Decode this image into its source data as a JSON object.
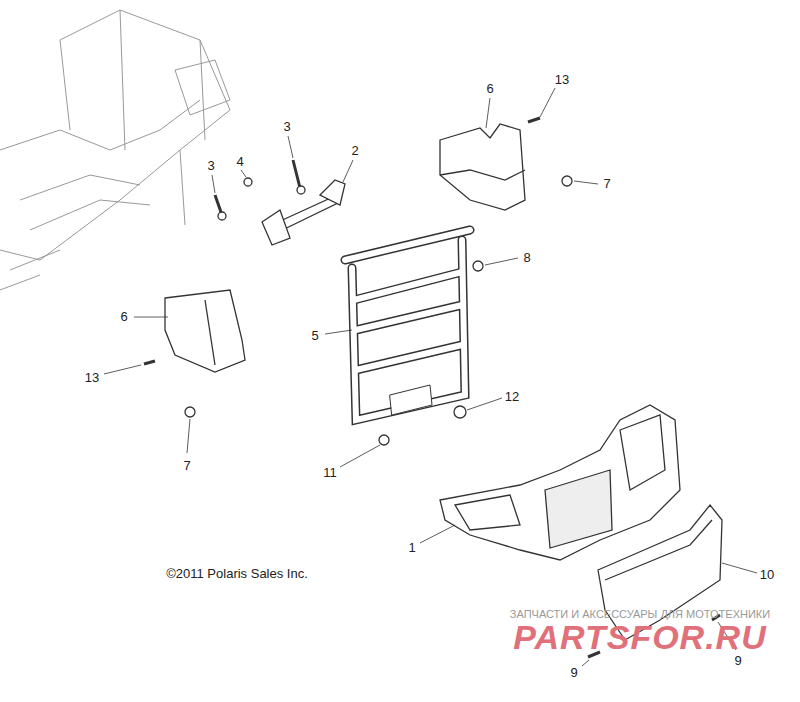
{
  "diagram": {
    "labels": [
      "6",
      "13",
      "3",
      "3",
      "4",
      "2",
      "7",
      "8",
      "6",
      "5",
      "13",
      "12",
      "7",
      "11",
      "1",
      "10",
      "9",
      "9",
      "©2011 Polaris Sales Inc.",
      "ЗАПЧАСТИ И АКСЕССУАРЫ ДЛЯ МОТОТЕХНИКИ",
      "PARTSFOR.RU"
    ]
  }
}
